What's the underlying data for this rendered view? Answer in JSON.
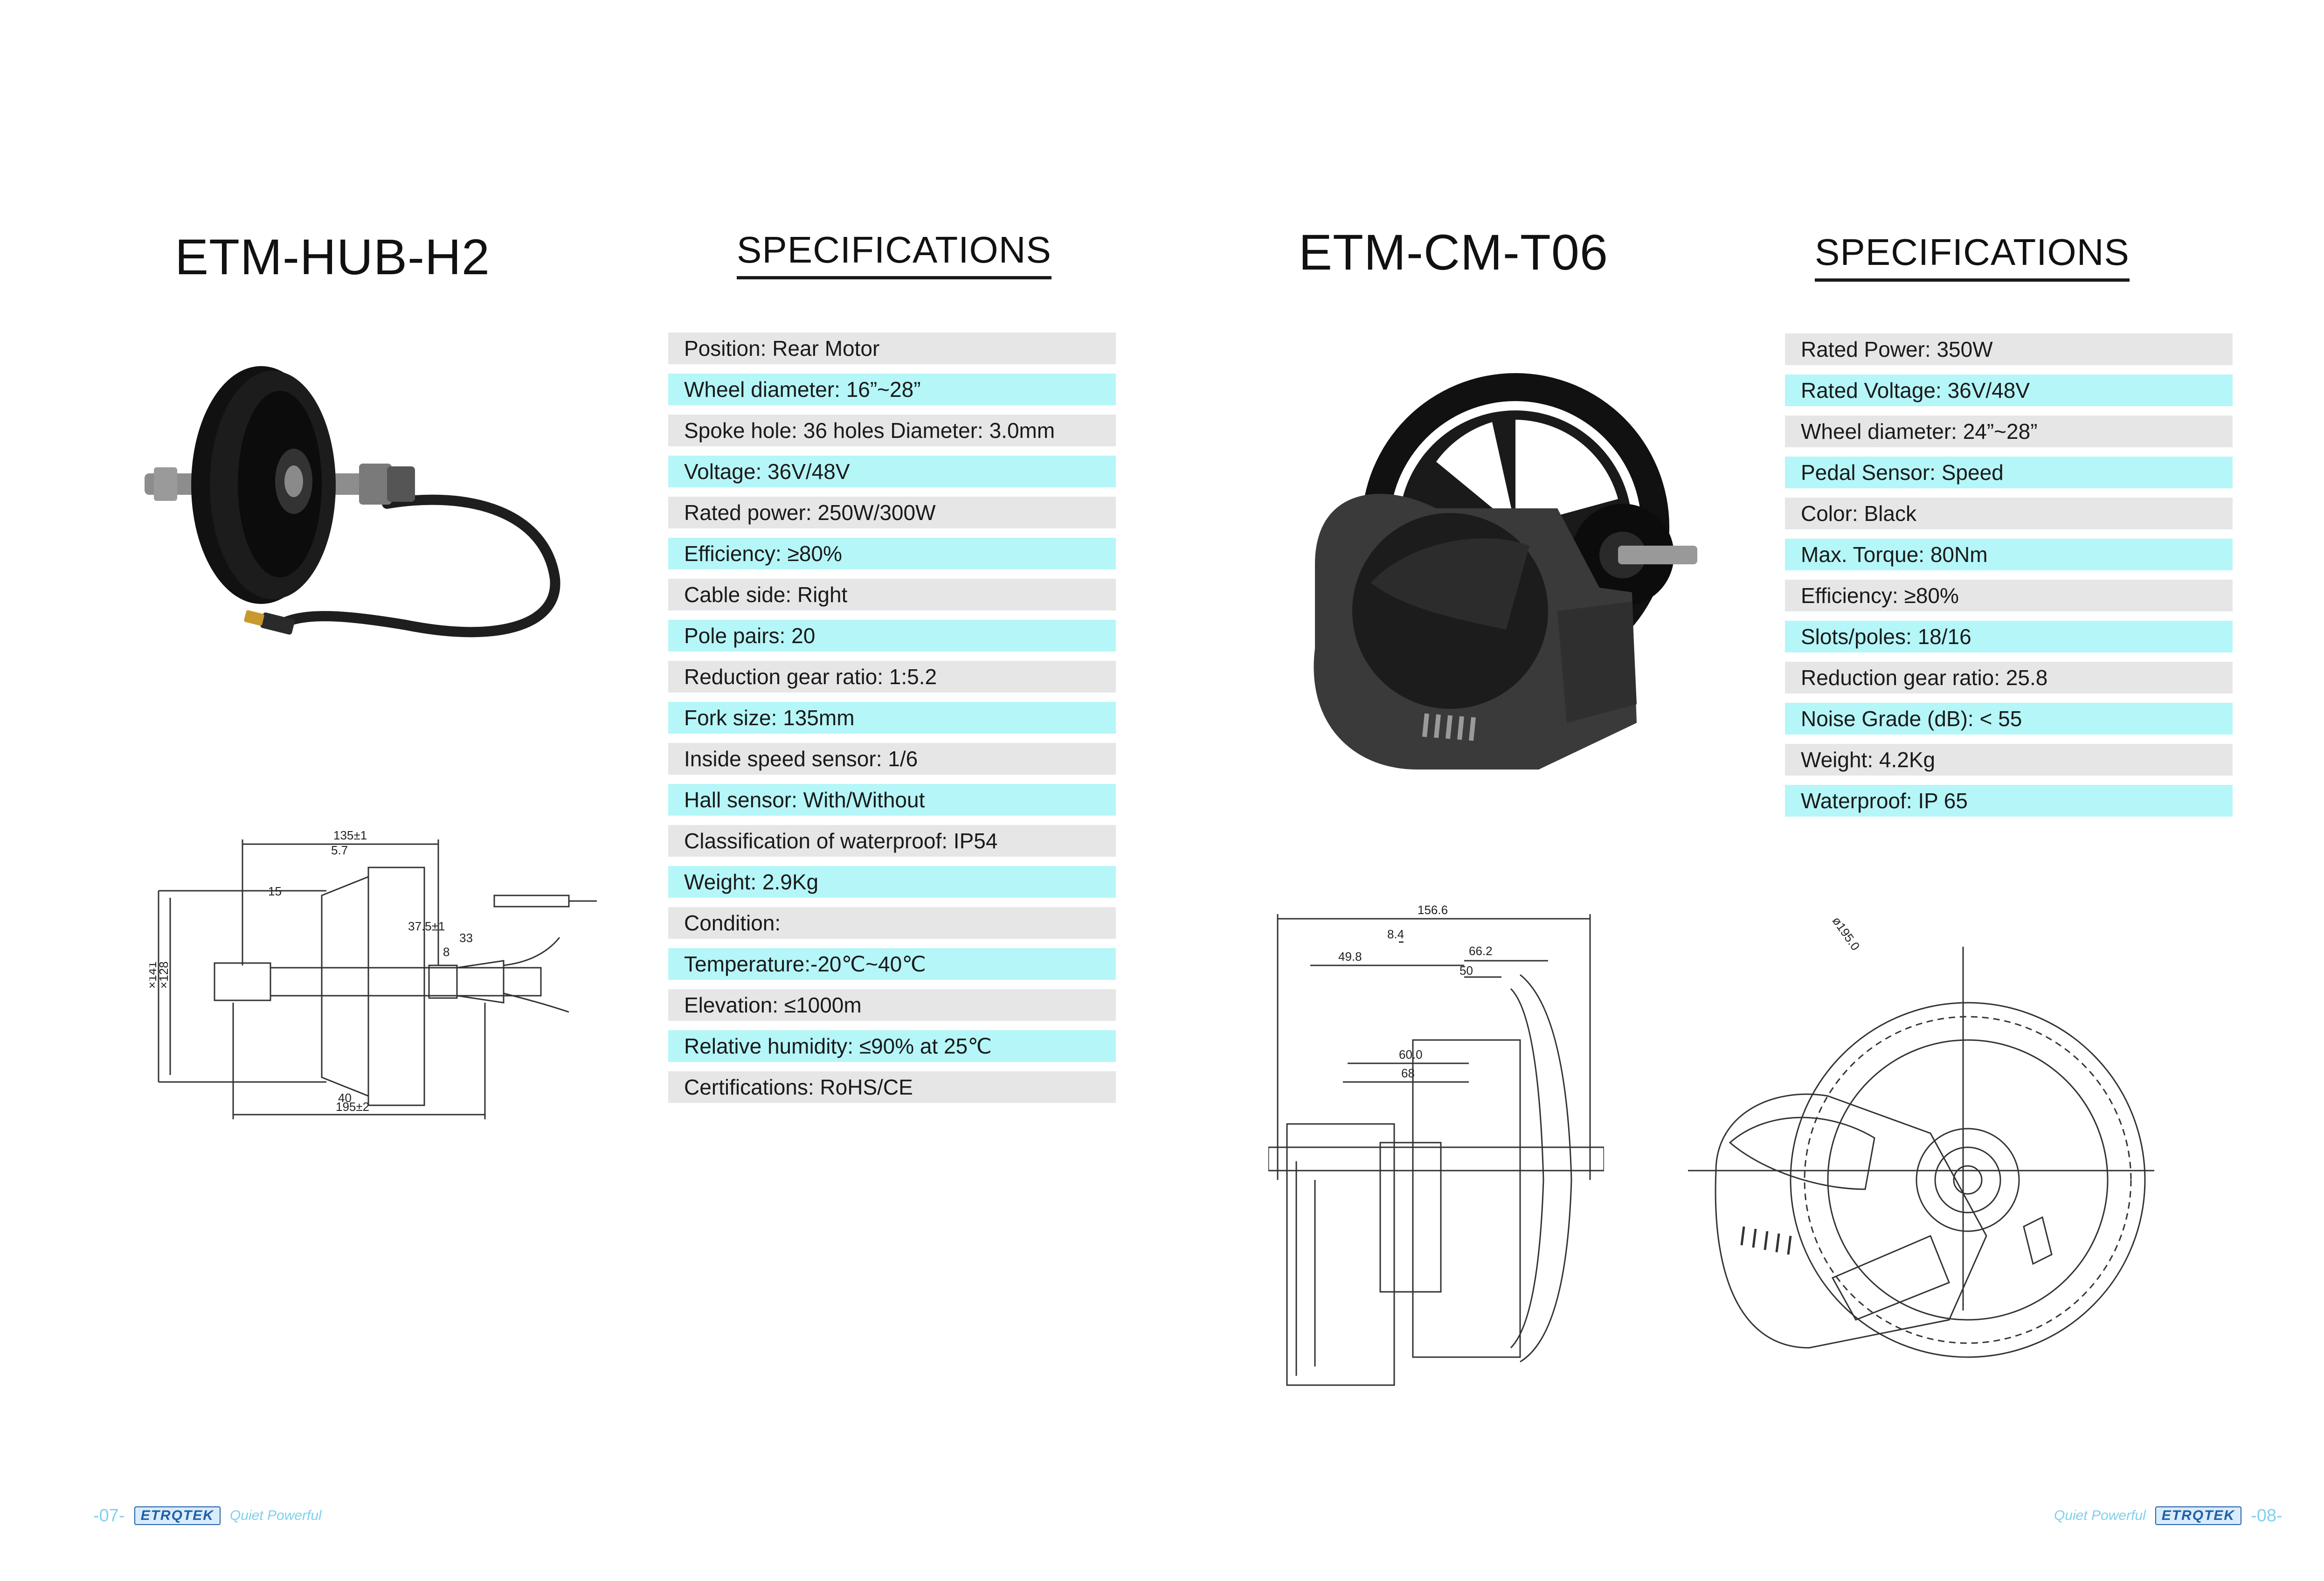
{
  "left_page": {
    "product": {
      "title": "ETM-HUB-H2",
      "spec_heading": "SPECIFICATIONS",
      "specs": [
        {
          "text": "Position: Rear Motor",
          "style": "gray"
        },
        {
          "text": "Wheel diameter: 16”~28”",
          "style": "cyan"
        },
        {
          "text": "Spoke hole: 36 holes Diameter: 3.0mm",
          "style": "gray"
        },
        {
          "text": "Voltage: 36V/48V",
          "style": "cyan"
        },
        {
          "text": "Rated power: 250W/300W",
          "style": "gray"
        },
        {
          "text": "Efficiency: ≥80%",
          "style": "cyan"
        },
        {
          "text": "Cable side: Right",
          "style": "gray"
        },
        {
          "text": "Pole pairs: 20",
          "style": "cyan"
        },
        {
          "text": "Reduction gear ratio: 1:5.2",
          "style": "gray"
        },
        {
          "text": "Fork size: 135mm",
          "style": "cyan"
        },
        {
          "text": "Inside speed sensor: 1/6",
          "style": "gray"
        },
        {
          "text": "Hall sensor: With/Without",
          "style": "cyan"
        },
        {
          "text": "Classification of waterproof: IP54",
          "style": "gray"
        },
        {
          "text": "Weight: 2.9Kg",
          "style": "cyan"
        },
        {
          "text": "Condition:",
          "style": "gray"
        },
        {
          "text": "Temperature:-20℃~40℃",
          "style": "cyan"
        },
        {
          "text": "Elevation: ≤1000m",
          "style": "gray"
        },
        {
          "text": "Relative humidity: ≤90% at 25℃",
          "style": "cyan"
        },
        {
          "text": "Certifications: RoHS/CE",
          "style": "gray"
        }
      ],
      "drawing_dims": [
        "135±1",
        "5.7",
        "15",
        "37.5±1",
        "8",
        "33",
        "×141",
        "×128",
        "40",
        "195±2"
      ]
    },
    "footer": {
      "page_number": "-07-",
      "brand": "ETRQTEK",
      "tagline": "Quiet Powerful"
    }
  },
  "right_page": {
    "product": {
      "title": "ETM-CM-T06",
      "spec_heading": "SPECIFICATIONS",
      "specs": [
        {
          "text": "Rated Power: 350W",
          "style": "gray"
        },
        {
          "text": "Rated Voltage: 36V/48V",
          "style": "cyan"
        },
        {
          "text": "Wheel diameter: 24”~28”",
          "style": "gray"
        },
        {
          "text": "Pedal Sensor: Speed",
          "style": "cyan"
        },
        {
          "text": "Color: Black",
          "style": "gray"
        },
        {
          "text": "Max. Torque: 80Nm",
          "style": "cyan"
        },
        {
          "text": "Efficiency: ≥80%",
          "style": "gray"
        },
        {
          "text": "Slots/poles: 18/16",
          "style": "cyan"
        },
        {
          "text": "Reduction gear ratio: 25.8",
          "style": "gray"
        },
        {
          "text": "Noise Grade (dB): < 55",
          "style": "cyan"
        },
        {
          "text": "Weight: 4.2Kg",
          "style": "gray"
        },
        {
          "text": "Waterproof: IP 65",
          "style": "cyan"
        }
      ],
      "drawing_dims": [
        "156.6",
        "8.4",
        "49.8",
        "66.2",
        "50",
        "60.0",
        "68",
        "ø195.0"
      ]
    },
    "footer": {
      "page_number": "-08-",
      "brand": "ETRQTEK",
      "tagline": "Quiet Powerful"
    }
  },
  "colors": {
    "row_gray": "#e6e6e6",
    "row_cyan": "#b5f6f8",
    "footer_text": "#7fd0ee",
    "brand_blue": "#1f5fa8"
  }
}
